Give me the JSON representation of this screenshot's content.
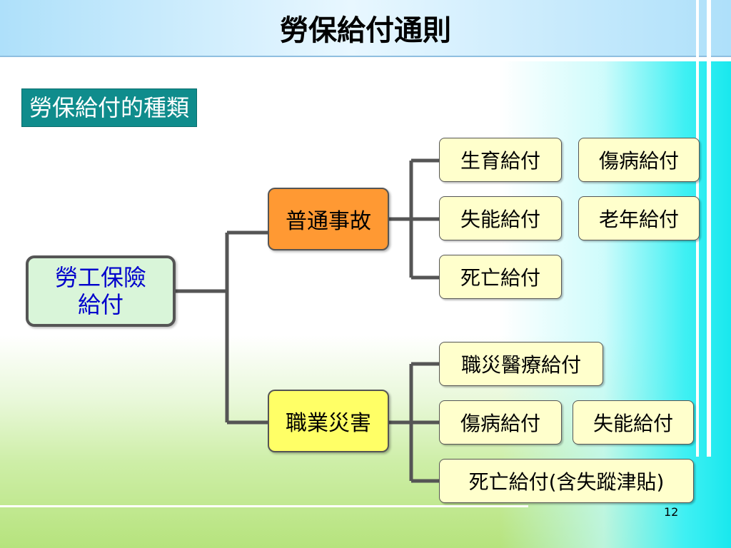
{
  "title": "勞保給付通則",
  "section_label": "勞保給付的種類",
  "diagram": {
    "root": {
      "line1": "勞工保險",
      "line2": "給付"
    },
    "branches": [
      {
        "label": "普通事故",
        "leaves": [
          "生育給付",
          "傷病給付",
          "失能給付",
          "老年給付",
          "死亡給付"
        ]
      },
      {
        "label": "職業災害",
        "leaves": [
          "職災醫療給付",
          "傷病給付",
          "失能給付",
          "死亡給付(含失蹤津貼)"
        ]
      }
    ]
  },
  "page_number": "12",
  "colors": {
    "section_bg": "#0f8c8c",
    "root_bg": "#d9f5d9",
    "root_text": "#0000cc",
    "ordinary_bg": "#ff9933",
    "occupational_bg": "#ffff66",
    "leaf_bg": "#ffffcc",
    "connector": "#555555"
  }
}
